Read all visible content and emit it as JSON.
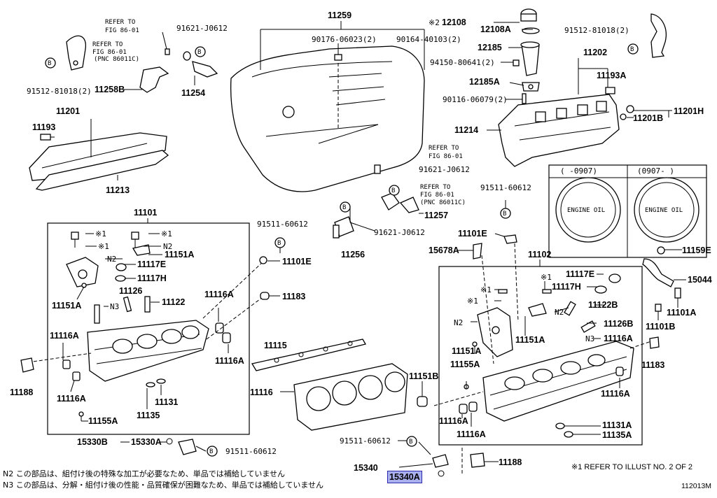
{
  "diagram": {
    "labels": {
      "p11259": "11259",
      "p90176": "90176-06023(2)",
      "p90164": "90164-40103(2)",
      "p12108": "12108",
      "p12108A": "12108A",
      "p12185": "12185",
      "p94150": "94150-80641(2)",
      "p12185A": "12185A",
      "p90116": "90116-06079(2)",
      "p11202": "11202",
      "p11193A": "11193A",
      "p91512_r": "91512-81018(2)",
      "p11201H": "11201H",
      "p11201B": "11201B",
      "p11214": "11214",
      "p91621_top": "91621-J0612",
      "p11254": "11254",
      "p11258B": "11258B",
      "p91512_l": "91512-81018(2)",
      "p11201": "11201",
      "p11193": "11193",
      "p11213": "11213",
      "p91621_mid": "91621-J0612",
      "p11257": "11257",
      "p91621_low": "91621-J0612",
      "p11256": "11256",
      "p91511_a": "91511-60612",
      "p91511_b": "91511-60612",
      "p91511_c": "91511-60612",
      "p91511_d": "91511-60612",
      "p11101": "11101",
      "p11101E_l": "11101E",
      "p11101E_r": "11101E",
      "p11151A_1": "11151A",
      "p11151A_2": "11151A",
      "p11151A_3": "11151A",
      "p11151A_4": "11151A",
      "p11117E_l": "11117E",
      "p11117H_l": "11117H",
      "p11117E_r": "11117E",
      "p11117H_r": "11117H",
      "p11126": "11126",
      "p11122": "11122",
      "p11122B": "11122B",
      "p11126B": "11126B",
      "p11183_l": "11183",
      "p11183_r": "11183",
      "p11116A_1": "11116A",
      "p11116A_2": "11116A",
      "p11116A_3": "11116A",
      "p11116A_4": "11116A",
      "p11116A_5": "11116A",
      "p11116A_6": "11116A",
      "p11116A_7": "11116A",
      "p11116A_8": "11116A",
      "p11188_l": "11188",
      "p11188_r": "11188",
      "p11155A_l": "11155A",
      "p11155A_r": "11155A",
      "p11135_l": "11135",
      "p11131_l": "11131",
      "p11131A": "11131A",
      "p11135A": "11135A",
      "p11115": "11115",
      "p11116": "11116",
      "p11151B": "11151B",
      "p15330B": "15330B",
      "p15330A": "15330A",
      "p15340": "15340",
      "p15340A": "15340A",
      "p15678A": "15678A",
      "p11102": "11102",
      "p11159E": "11159E",
      "p15044": "15044",
      "p11101A": "11101A",
      "p11101B": "11101B",
      "n2": "N2",
      "n3": "N3",
      "star1": "※1",
      "star2": "※2",
      "refer_to": "REFER TO",
      "fig_86_01": "FIG 86-01",
      "pnc": "(PNC 86011C)",
      "engine_oil": "ENGINE OIL",
      "inset_col1": "(      -0907)",
      "inset_col2": "(0907-      )",
      "b": "B"
    },
    "notes": {
      "n2_note": "N2 この部品は、組付け後の特殊な加工が必要なため、単品では補給していません",
      "n3_note": "N3 この部品は、分解・組付け後の性能・品質確保が困難なため、単品では補給していません",
      "star_note": "※1  REFER TO ILLUST NO. 2 OF 2",
      "figure_id": "112013M"
    }
  }
}
